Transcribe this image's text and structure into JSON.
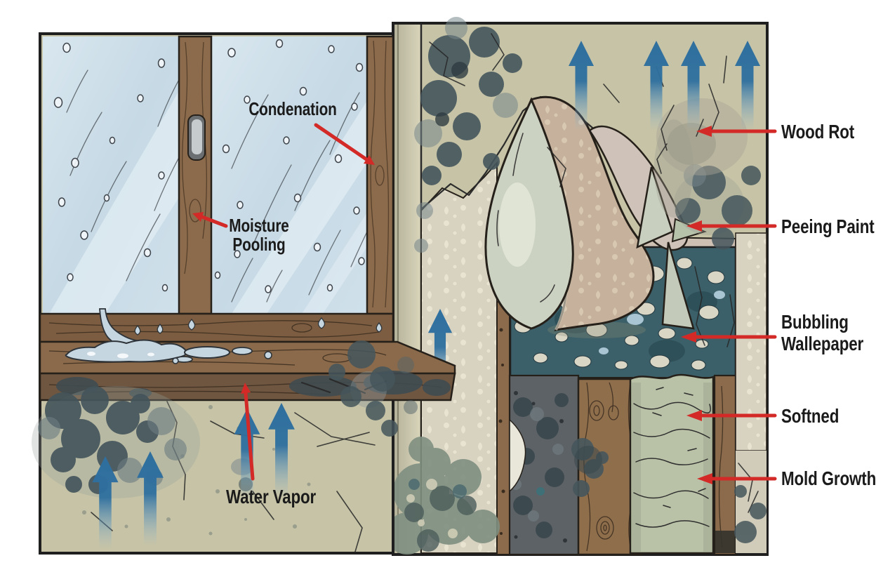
{
  "diagram": {
    "scene": "window-condensation-and-wall-moisture-damage-cutaway",
    "labels": {
      "condensation": "Condenation",
      "moisture_pooling": "Moisture Pooling",
      "water_vapor": "Water Vapor",
      "wood_rot": "Wood Rot",
      "peeling_paint": "Peeing Paint",
      "bubbling_wallpaper": "Bubbling Wallepaper",
      "softened": "Softned",
      "mold_growth": "Mold Growth"
    },
    "icons": {
      "vapor_arrow": "up-arrow",
      "pointer_arrow": "callout-arrow"
    },
    "colors": {
      "background": "#ffffff",
      "label_text": "#1b1b1b",
      "pointer_arrow": "#d32a28",
      "vapor_arrow": "#2e6f9f",
      "wall_paint": "#c6c3a6",
      "window_glass": "#ccdde8",
      "wood": "#8b6b4b",
      "mold": "#43545a",
      "wallpaper": "#d8d2c0",
      "bubbling_zone": "#3c6069",
      "insulation": "#b9c2a7"
    }
  }
}
